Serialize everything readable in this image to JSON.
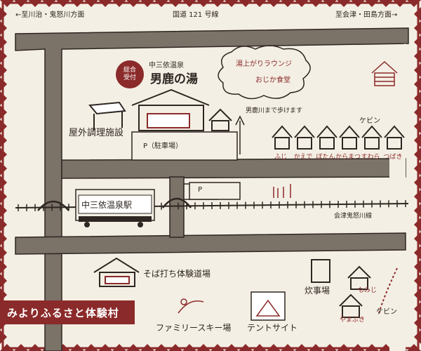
{
  "directions": {
    "left": "←至川治・鬼怒川方面",
    "center": "国道 121 号線",
    "right": "至会津・田島方面→"
  },
  "facilities": {
    "reception_line1": "総合",
    "reception_line2": "受付",
    "onsen_small": "中三依温泉",
    "onsen_name": "男鹿の湯",
    "outdoor_cooking": "屋外調理施設",
    "parking_main": "P（駐車場）",
    "parking_station": "P",
    "lounge": "湯上がりラウンジ",
    "shokudo": "おじか食堂",
    "walk_note": "男鹿川まで歩けます",
    "cabin_label_top": "ケビン",
    "cabin_label_bottom": "ケビン",
    "station": "中三依温泉駅",
    "railway": "会津鬼怒川線",
    "soba": "そば打ち体験道場",
    "suiji": "炊事場",
    "family_ski": "ファミリースキー場",
    "tent_site": "テントサイト"
  },
  "cabins_top": [
    "ふじ",
    "かえで",
    "ぼたん",
    "からまつ",
    "すわら",
    "つばき"
  ],
  "cabins_bottom": [
    "もみじ",
    "やまぶき"
  ],
  "title": "みよりふるさと体験村",
  "colors": {
    "accent": "#8b2a2a",
    "paper": "#f4efe4",
    "road": "#7b7268",
    "ink": "#2e2622"
  }
}
